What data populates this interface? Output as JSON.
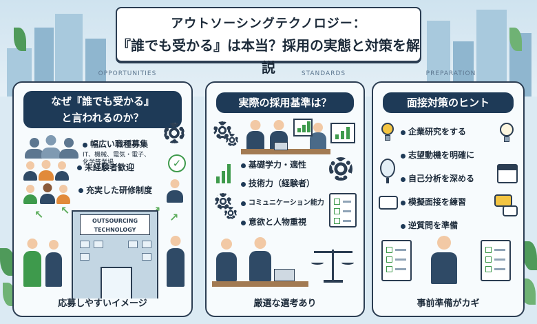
{
  "banner": {
    "line1": "アウトソーシングテクノロジー：",
    "line2": "『誰でも受かる』は本当？採用の実態と対策を解説"
  },
  "ribbons": {
    "left": "OPPORTUNITIES",
    "middle": "STANDARDS",
    "right": "PREPARATION"
  },
  "panel_left": {
    "title_line1": "なぜ『誰でも受かる』",
    "title_line2": "と言われるのか？",
    "items": [
      "幅広い職種募集",
      "IT、機械、電気・電子、",
      "化学等業場",
      "未経験者歓迎",
      "充実した研修制度"
    ],
    "building_sign_line1": "OUTSOURCING",
    "building_sign_line2": "TECHNOLOGY",
    "footer": "応募しやすいイメージ"
  },
  "panel_middle": {
    "title": "実際の採用基準は？",
    "items": [
      "基礎学力・適性",
      "技術力（経験者）",
      "コミュニケーション能力",
      "意欲と人物重視"
    ],
    "footer": "厳選な選考あり"
  },
  "panel_right": {
    "title": "面接対策のヒント",
    "items": [
      "企業研究をする",
      "志望動機を明確に",
      "自己分析を深める",
      "模擬面接を練習",
      "逆質問を準備"
    ],
    "footer": "事前準備がカギ"
  },
  "colors": {
    "navy": "#1e3a57",
    "green": "#3e9a4c",
    "background": "#dbeaf3"
  },
  "icons": [
    "gear-icon",
    "check-icon",
    "chart-icon",
    "clipboard-icon",
    "lightbulb-icon",
    "mirror-icon",
    "calendar-icon",
    "speech-bubble-icon",
    "scales-icon",
    "laptop-icon",
    "arrow-icon"
  ]
}
